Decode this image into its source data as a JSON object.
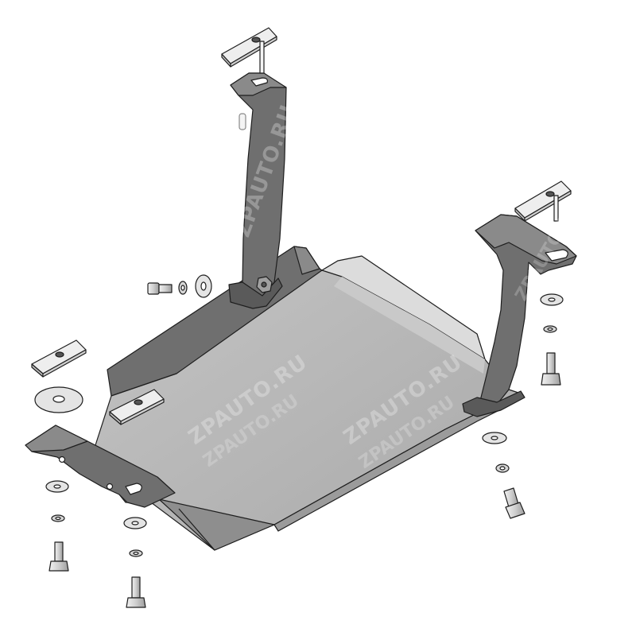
{
  "diagram": {
    "watermark_text": "ZPAUTO.RU",
    "colors": {
      "background": "#ffffff",
      "plate": "#b4b4b4",
      "plate_light": "#dcdcdc",
      "bracket": "#6f6f6f",
      "bracket_dark": "#5a5a5a",
      "hardware": "#d6d6d6",
      "outline": "#1e1e1e"
    },
    "parts": [
      "skid-plate",
      "left-wall",
      "tall-strut",
      "right-strut",
      "front-bracket",
      "spacer-blocks",
      "washers",
      "bolts",
      "nuts"
    ]
  }
}
